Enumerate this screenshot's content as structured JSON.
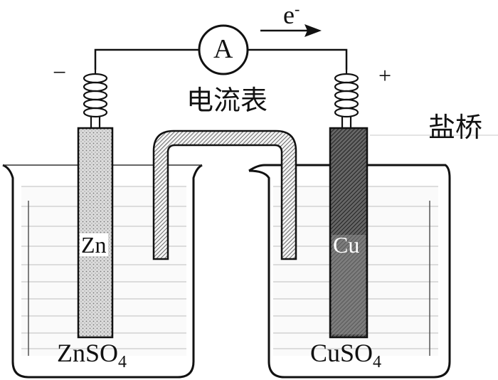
{
  "diagram": {
    "ammeter": {
      "symbol": "A",
      "caption": "电流表"
    },
    "electron_flow": {
      "base": "e",
      "charge": "-"
    },
    "terminals": {
      "left": "−",
      "right": "+"
    },
    "salt_bridge_label": "盐桥",
    "left_cell": {
      "electrode": "Zn",
      "solution_main": "ZnSO",
      "solution_sub": "4"
    },
    "right_cell": {
      "electrode": "Cu",
      "solution_main": "CuSO",
      "solution_sub": "4"
    }
  }
}
